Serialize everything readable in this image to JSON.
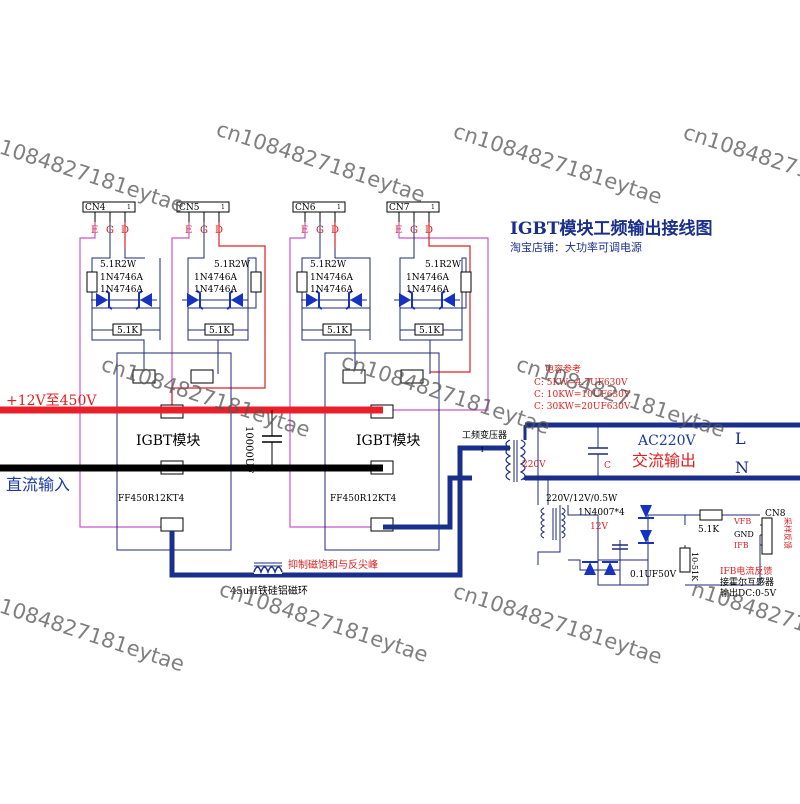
{
  "title": "IGBT模块工频输出接线图",
  "subtitle": "淘宝店铺：大功率可调电源",
  "watermark": "cn1084827181eytae",
  "watermark_partial": "1084827181eytae",
  "watermark_partial_b": "n1084827181eytae",
  "connectors": [
    {
      "name": "CN4",
      "pin": "1",
      "pins": [
        "E",
        "G",
        "D"
      ]
    },
    {
      "name": "CN5",
      "pin": "1",
      "pins": [
        "E",
        "G",
        "D"
      ]
    },
    {
      "name": "CN6",
      "pin": "1",
      "pins": [
        "E",
        "G",
        "D"
      ]
    },
    {
      "name": "CN7",
      "pin": "1",
      "pins": [
        "E",
        "G",
        "D"
      ]
    }
  ],
  "resistor_label": "5.1R2W",
  "zener_label": "1N4746A",
  "gate_resistor": "5.1K",
  "igbt_label": "IGBT模块",
  "igbt_part": "FF450R12KT4",
  "dc_input_voltage": "+12V至450V",
  "dc_input_label": "直流输入",
  "capacitor_bank": "10000UF",
  "transformer_label": "工频变压器",
  "transformer_voltage": "220V",
  "transformer_pin": "1",
  "capacitor_note": {
    "heading": "电容参考",
    "lines": [
      "C: 5KW=4.7UF630V",
      "C: 10KW=10UF630V",
      "C: 30KW=20UF630V"
    ]
  },
  "cap_c": "C",
  "ac_output_voltage": "AC220V",
  "ac_output_label": "交流输出",
  "line_L": "L",
  "line_N": "N",
  "inductor_label": "45uH铁硅铝磁环",
  "inductor_note": "抑制磁饱和与反尖峰",
  "feedback": {
    "xfmr": "220V/12V/0.5W",
    "rectifier": "1N4007*4",
    "v12": "12V",
    "r1": "5.1K",
    "r2": "10-51K",
    "cap": "0.1UF50V",
    "connector": "CN8",
    "pins": [
      "VFB",
      "GND",
      "IFB"
    ],
    "side_label": "采样反馈",
    "note": [
      "IFB电流反馈",
      "接霍尔互感器",
      "输出DC:0-5V"
    ]
  },
  "colors": {
    "red_bus": "#e8202a",
    "black_bus": "#000000",
    "navy": "#1a2f8c",
    "pink": "#cc55cc",
    "gate_red": "#e02020",
    "wire": "#1c2a7a",
    "zener_blue": "#1533c0"
  }
}
